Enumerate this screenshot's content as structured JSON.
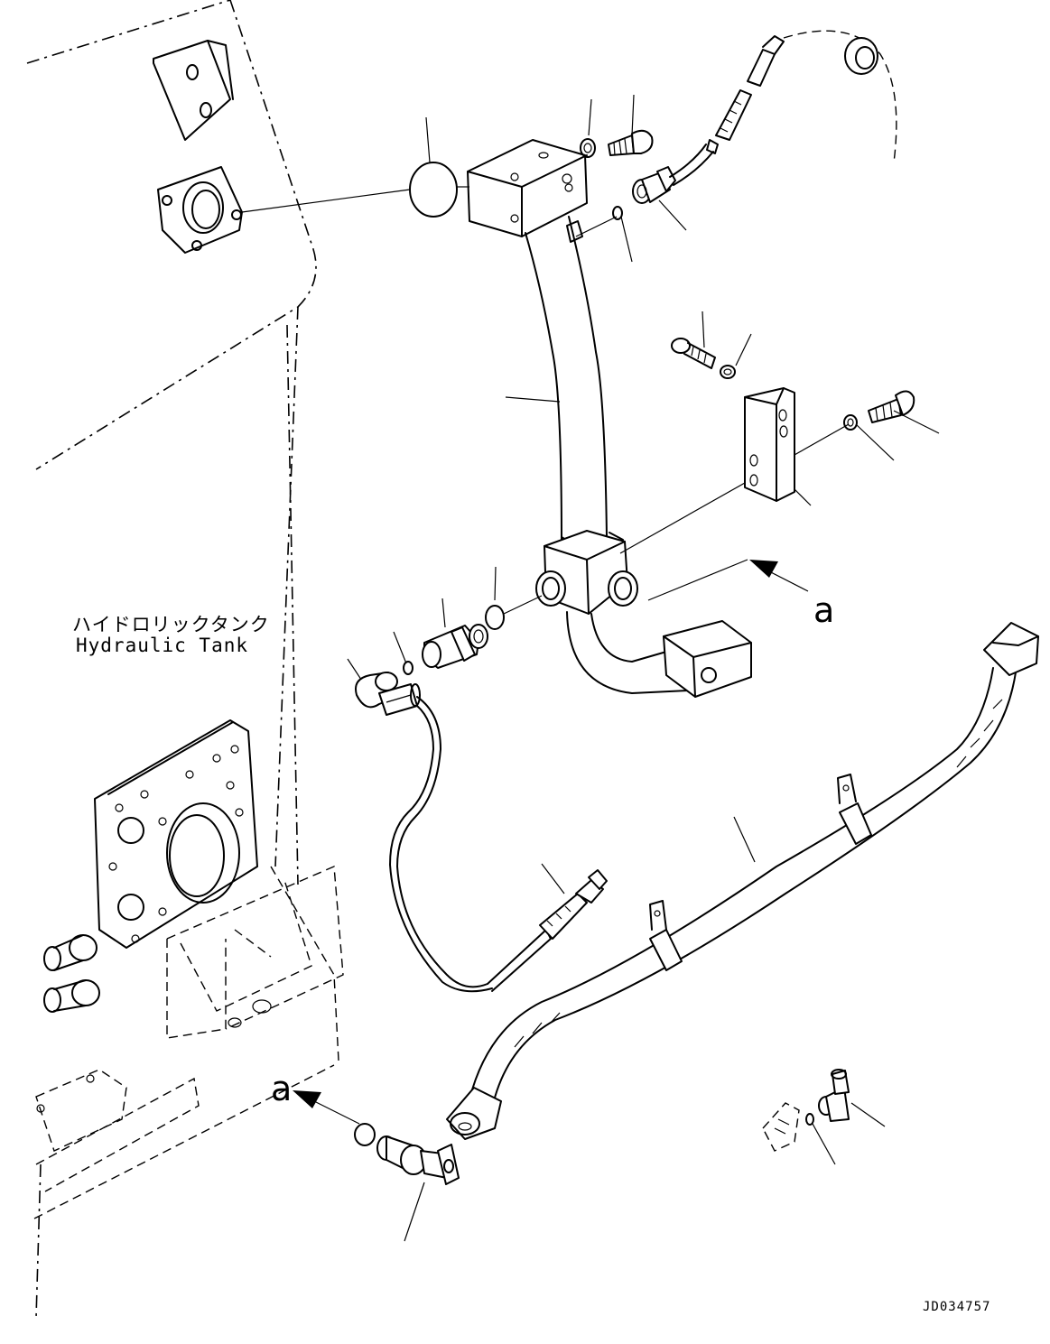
{
  "labels": {
    "tank_jp": "ハイドロリックタンク",
    "tank_en": "Hydraulic Tank",
    "ref_a_upper": "a",
    "ref_a_lower": "a",
    "drawing_code": "JD034757"
  },
  "colors": {
    "line": "#000000",
    "background": "#ffffff"
  }
}
